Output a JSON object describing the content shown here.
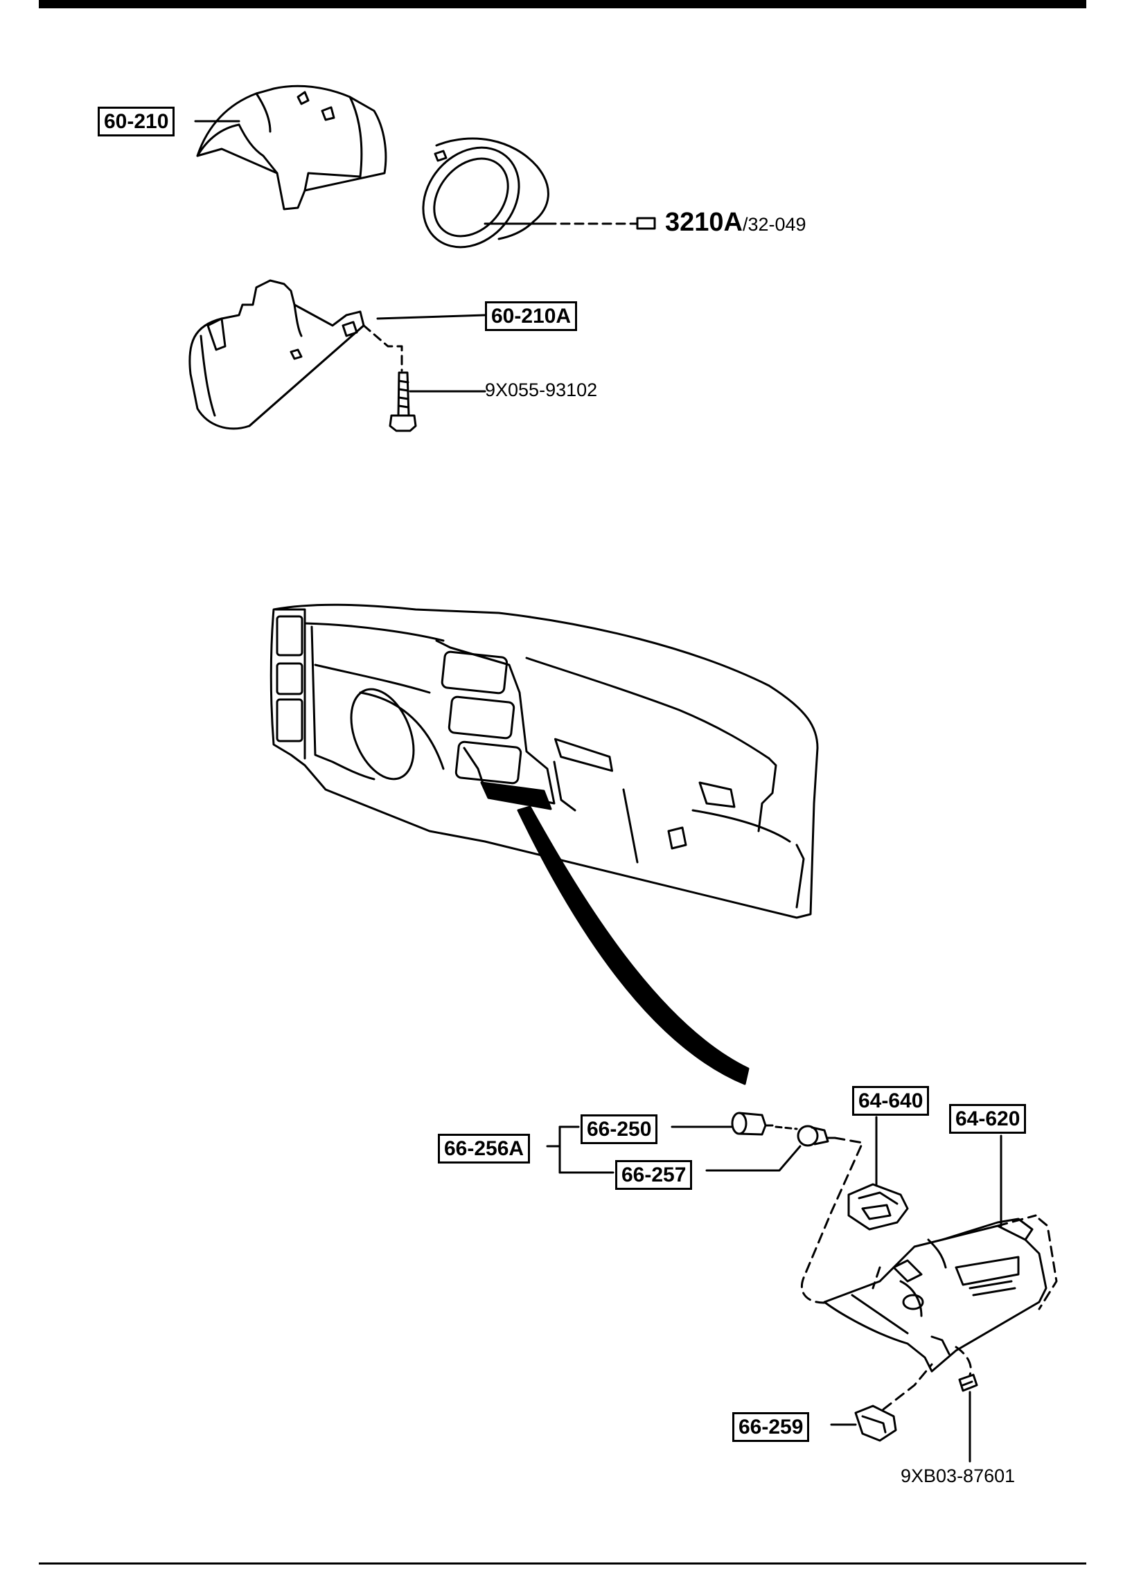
{
  "callouts": {
    "steering_column_cover_upper": "60-210",
    "steering_column_cover_lower": "60-210A",
    "bolt": "9X055-93102",
    "glove_box_lock_assembly": "66-256A",
    "lock_cylinder": "66-250",
    "lock_striker": "66-257",
    "glove_box_stopper": "64-640",
    "glove_box": "64-620",
    "glove_box_latch": "66-259",
    "glove_box_screw": "9XB03-87601"
  },
  "reference": {
    "main": "3210A",
    "sub": "/32-049"
  },
  "colors": {
    "line": "#000000",
    "background": "#ffffff"
  }
}
